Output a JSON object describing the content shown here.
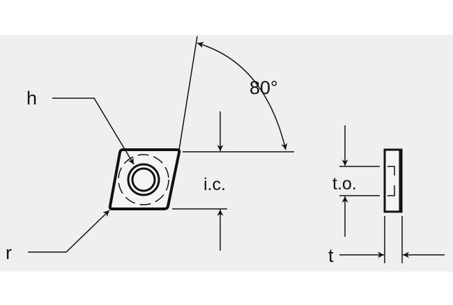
{
  "labels": {
    "hole": "h",
    "radius": "r",
    "angle": "80°",
    "inscribed_circle": "i.c.",
    "thickness_offset": "t.o.",
    "thickness": "t"
  },
  "colors": {
    "background": "#efefef",
    "line": "#111111"
  }
}
